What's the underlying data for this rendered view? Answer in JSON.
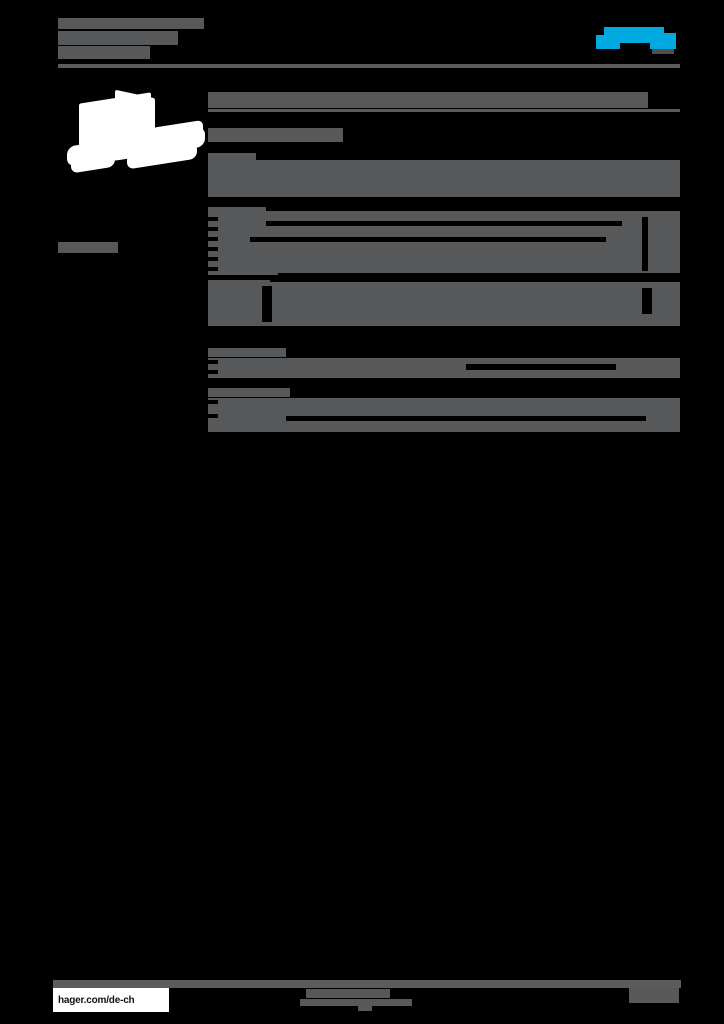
{
  "document": {
    "kind": "product-datasheet",
    "brand": "hager",
    "page_background": "#000000",
    "redaction_color": "#57585a",
    "accent_color": "#00a9e0"
  },
  "header": {
    "doc_id_redacted": "",
    "title_line_1_redacted": "",
    "title_line_2_redacted": "",
    "logo": {
      "name": "hager",
      "color": "#00a9e0"
    }
  },
  "left_column": {
    "product_image_alt": "product-photo",
    "caption_redacted": ""
  },
  "main": {
    "title_redacted": "",
    "subhead_redacted": "",
    "sections": [
      {
        "label_redacted": "",
        "rows_redacted": [
          ""
        ]
      },
      {
        "label_redacted": "",
        "rows_redacted": [
          "",
          "",
          "",
          "",
          "",
          ""
        ]
      },
      {
        "label_redacted": "",
        "rows_redacted": [
          "",
          ""
        ]
      },
      {
        "label_redacted": "",
        "rows_redacted": [
          "",
          ""
        ]
      },
      {
        "label_redacted": "",
        "rows_redacted": [
          "",
          ""
        ]
      }
    ]
  },
  "footer": {
    "url": "hager.com/de-ch",
    "center_line_1_redacted": "",
    "center_line_2_redacted": "",
    "page_number_redacted": "",
    "right_redacted": ""
  }
}
